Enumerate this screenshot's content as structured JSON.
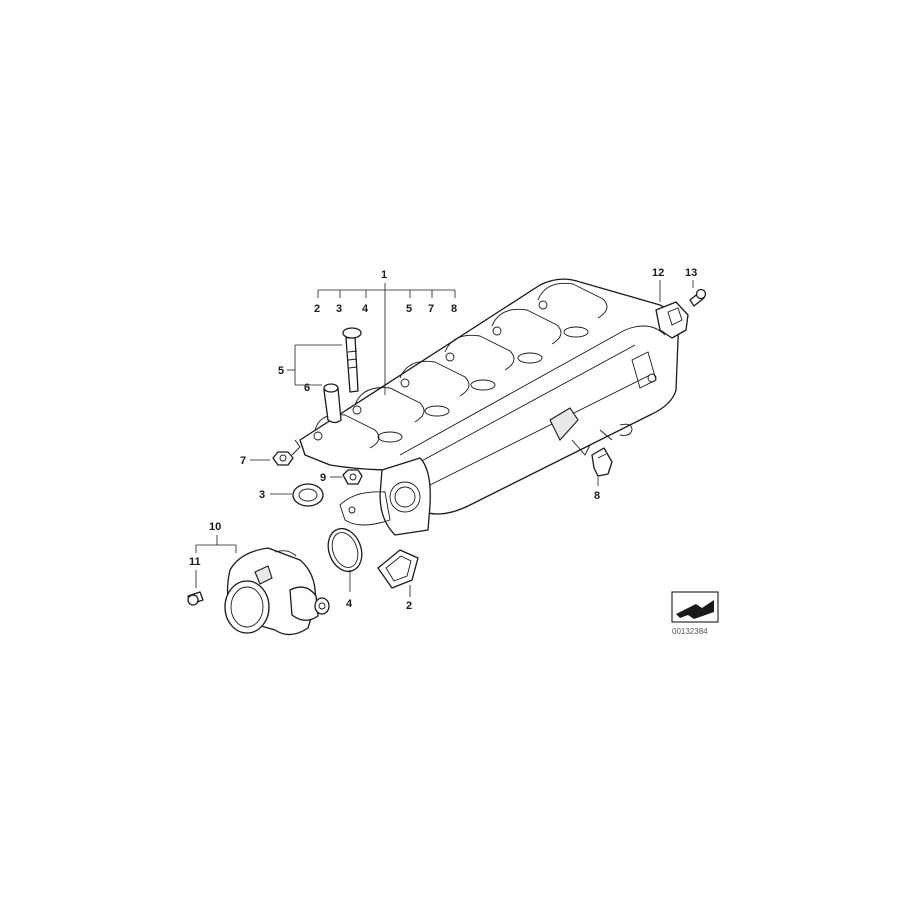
{
  "diagram": {
    "callouts": {
      "c1": "1",
      "c2_top": "2",
      "c3_top": "3",
      "c4_top": "4",
      "c5_top": "5",
      "c7_top": "7",
      "c8_top": "8",
      "c5": "5",
      "c6": "6",
      "c7": "7",
      "c9": "9",
      "c3": "3",
      "c10": "10",
      "c11": "11",
      "c4": "4",
      "c2": "2",
      "c8": "8",
      "c12": "12",
      "c13": "13"
    },
    "reference_number": "00132384"
  },
  "colors": {
    "line": "#1a1a1a",
    "background": "#ffffff",
    "shade": "#e8e8e8"
  },
  "icons": {
    "orientation": "arrow-icon"
  }
}
